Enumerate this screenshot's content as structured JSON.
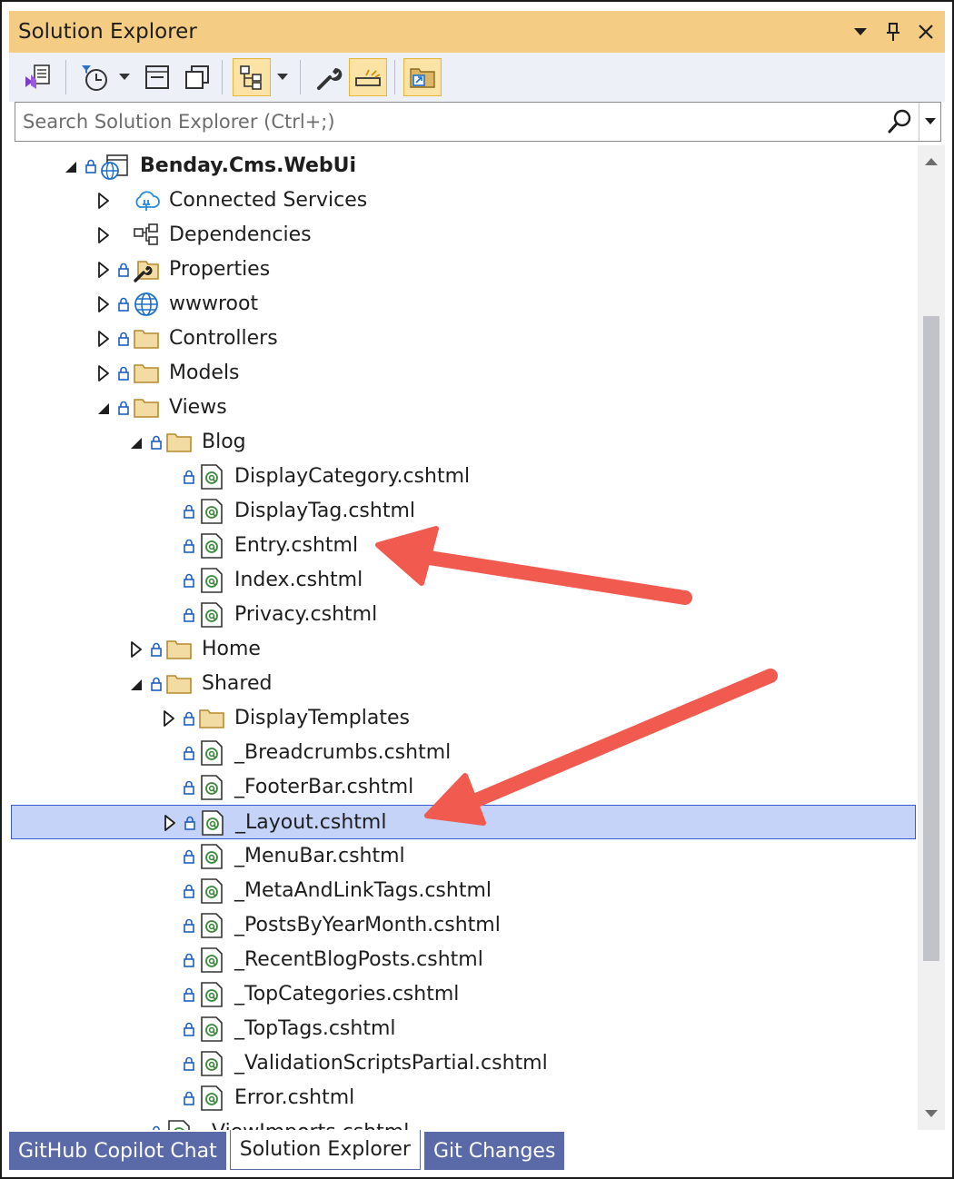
{
  "window": {
    "title": "Solution Explorer"
  },
  "search": {
    "placeholder": "Search Solution Explorer (Ctrl+;)"
  },
  "tree": {
    "rows": [
      {
        "label": "Benday.Cms.WebUi",
        "level": 0,
        "expander": "expanded",
        "lock": true,
        "icon": "web-project-icon",
        "bold": true
      },
      {
        "label": "Connected Services",
        "level": 1,
        "expander": "collapsed",
        "lock": false,
        "icon": "connected-services-icon"
      },
      {
        "label": "Dependencies",
        "level": 1,
        "expander": "collapsed",
        "lock": false,
        "icon": "dependencies-icon"
      },
      {
        "label": "Properties",
        "level": 1,
        "expander": "collapsed",
        "lock": true,
        "icon": "properties-folder-icon"
      },
      {
        "label": "wwwroot",
        "level": 1,
        "expander": "collapsed",
        "lock": true,
        "icon": "globe-icon"
      },
      {
        "label": "Controllers",
        "level": 1,
        "expander": "collapsed",
        "lock": true,
        "icon": "folder-icon"
      },
      {
        "label": "Models",
        "level": 1,
        "expander": "collapsed",
        "lock": true,
        "icon": "folder-icon"
      },
      {
        "label": "Views",
        "level": 1,
        "expander": "expanded",
        "lock": true,
        "icon": "folder-icon"
      },
      {
        "label": "Blog",
        "level": 2,
        "expander": "expanded",
        "lock": true,
        "icon": "folder-icon"
      },
      {
        "label": "DisplayCategory.cshtml",
        "level": 3,
        "expander": "none",
        "lock": true,
        "icon": "razor-file-icon"
      },
      {
        "label": "DisplayTag.cshtml",
        "level": 3,
        "expander": "none",
        "lock": true,
        "icon": "razor-file-icon"
      },
      {
        "label": "Entry.cshtml",
        "level": 3,
        "expander": "none",
        "lock": true,
        "icon": "razor-file-icon"
      },
      {
        "label": "Index.cshtml",
        "level": 3,
        "expander": "none",
        "lock": true,
        "icon": "razor-file-icon"
      },
      {
        "label": "Privacy.cshtml",
        "level": 3,
        "expander": "none",
        "lock": true,
        "icon": "razor-file-icon"
      },
      {
        "label": "Home",
        "level": 2,
        "expander": "collapsed",
        "lock": true,
        "icon": "folder-icon"
      },
      {
        "label": "Shared",
        "level": 2,
        "expander": "expanded",
        "lock": true,
        "icon": "folder-icon"
      },
      {
        "label": "DisplayTemplates",
        "level": 3,
        "expander": "collapsed",
        "lock": true,
        "icon": "folder-icon"
      },
      {
        "label": "_Breadcrumbs.cshtml",
        "level": 3,
        "expander": "none",
        "lock": true,
        "icon": "razor-file-icon"
      },
      {
        "label": "_FooterBar.cshtml",
        "level": 3,
        "expander": "none",
        "lock": true,
        "icon": "razor-file-icon"
      },
      {
        "label": "_Layout.cshtml",
        "level": 3,
        "expander": "collapsed",
        "lock": true,
        "icon": "razor-file-icon",
        "selected": true
      },
      {
        "label": "_MenuBar.cshtml",
        "level": 3,
        "expander": "none",
        "lock": true,
        "icon": "razor-file-icon"
      },
      {
        "label": "_MetaAndLinkTags.cshtml",
        "level": 3,
        "expander": "none",
        "lock": true,
        "icon": "razor-file-icon"
      },
      {
        "label": "_PostsByYearMonth.cshtml",
        "level": 3,
        "expander": "none",
        "lock": true,
        "icon": "razor-file-icon"
      },
      {
        "label": "_RecentBlogPosts.cshtml",
        "level": 3,
        "expander": "none",
        "lock": true,
        "icon": "razor-file-icon"
      },
      {
        "label": "_TopCategories.cshtml",
        "level": 3,
        "expander": "none",
        "lock": true,
        "icon": "razor-file-icon"
      },
      {
        "label": "_TopTags.cshtml",
        "level": 3,
        "expander": "none",
        "lock": true,
        "icon": "razor-file-icon"
      },
      {
        "label": "_ValidationScriptsPartial.cshtml",
        "level": 3,
        "expander": "none",
        "lock": true,
        "icon": "razor-file-icon"
      },
      {
        "label": "Error.cshtml",
        "level": 3,
        "expander": "none",
        "lock": true,
        "icon": "razor-file-icon"
      },
      {
        "label": "_ViewImports.cshtml",
        "level": 2,
        "expander": "none",
        "lock": true,
        "icon": "razor-file-icon"
      }
    ]
  },
  "tabs": [
    {
      "label": "GitHub Copilot Chat",
      "active": false
    },
    {
      "label": "Solution Explorer",
      "active": true
    },
    {
      "label": "Git Changes",
      "active": false
    }
  ],
  "colors": {
    "title_bar": "#f5cc84",
    "selection": "#c5d3f9",
    "selection_border": "#3b5bd1",
    "tab_inactive": "#5a6aa8",
    "annotation_arrow": "#f05a4f",
    "folder": "#dcb567",
    "razor_green": "#3b8a3e"
  }
}
